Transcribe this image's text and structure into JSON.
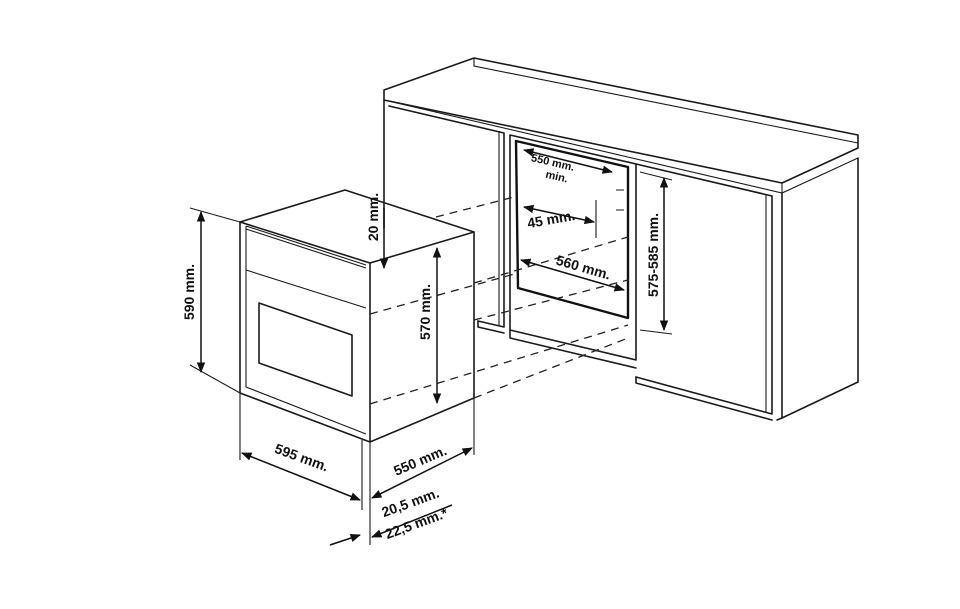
{
  "dimensions": {
    "oven_height": "590 mm.",
    "oven_width": "595 mm.",
    "oven_depth": "550 mm.",
    "top_gap": "20 mm.",
    "inner_height": "570 mm.",
    "front_offset_1": "20,5 mm.",
    "front_offset_2": "22,5 mm.*",
    "niche_depth_line1": "550 mm.",
    "niche_depth_line2": "min.",
    "niche_side_gap": "45 mm.",
    "niche_width": "560 mm.",
    "niche_height": "575-585 mm."
  }
}
